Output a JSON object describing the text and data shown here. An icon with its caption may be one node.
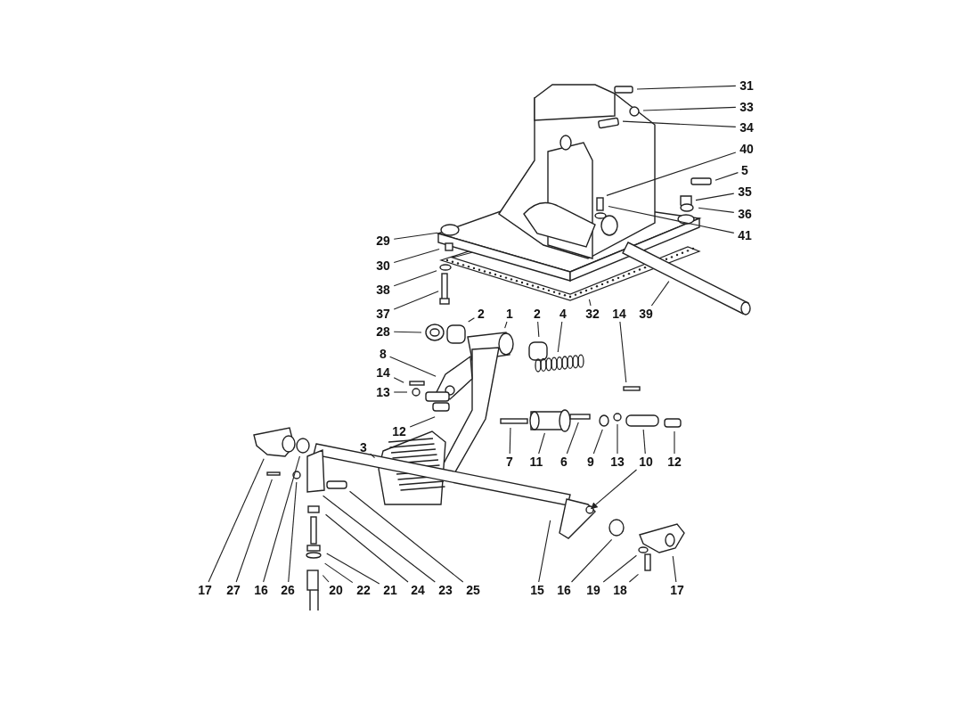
{
  "diagram": {
    "nodes": [
      {
        "text": [
          "31"
        ]
      },
      {
        "text": [
          "33"
        ]
      },
      {
        "text": [
          "34"
        ]
      },
      {
        "text": [
          "40"
        ]
      },
      {
        "text": [
          "5"
        ]
      },
      {
        "text": [
          "35"
        ]
      },
      {
        "text": [
          "36"
        ]
      },
      {
        "text": [
          "41"
        ]
      },
      {
        "text": [
          "29"
        ]
      },
      {
        "text": [
          "30"
        ]
      },
      {
        "text": [
          "38"
        ]
      },
      {
        "text": [
          "37"
        ]
      },
      {
        "text": [
          "2"
        ]
      },
      {
        "text": [
          "1"
        ]
      },
      {
        "text": [
          "2"
        ]
      },
      {
        "text": [
          "4"
        ]
      },
      {
        "text": [
          "32"
        ]
      },
      {
        "text": [
          "14"
        ]
      },
      {
        "text": [
          "39"
        ]
      },
      {
        "text": [
          "28"
        ]
      },
      {
        "text": [
          "8"
        ]
      },
      {
        "text": [
          "14"
        ]
      },
      {
        "text": [
          "13"
        ]
      },
      {
        "text": [
          "12"
        ]
      },
      {
        "text": [
          "3"
        ]
      },
      {
        "text": [
          "7"
        ]
      },
      {
        "text": [
          "11"
        ]
      },
      {
        "text": [
          "6"
        ]
      },
      {
        "text": [
          "9"
        ]
      },
      {
        "text": [
          "13"
        ]
      },
      {
        "text": [
          "10"
        ]
      },
      {
        "text": [
          "12"
        ]
      },
      {
        "text": [
          "17"
        ]
      },
      {
        "text": [
          "27"
        ]
      },
      {
        "text": [
          "16"
        ]
      },
      {
        "text": [
          "26"
        ]
      },
      {
        "text": [
          "20"
        ]
      },
      {
        "text": [
          "22"
        ]
      },
      {
        "text": [
          "21"
        ]
      },
      {
        "text": [
          "24"
        ]
      },
      {
        "text": [
          "23"
        ]
      },
      {
        "text": [
          "25"
        ]
      },
      {
        "text": [
          "15"
        ]
      },
      {
        "text": [
          "16"
        ]
      },
      {
        "text": [
          "19"
        ]
      },
      {
        "text": [
          "18"
        ]
      },
      {
        "text": [
          "17"
        ]
      }
    ],
    "edges": [
      {
        "from": 0,
        "to": null,
        "arrow": "none"
      },
      {
        "from": 1,
        "to": null,
        "arrow": "none"
      },
      {
        "from": 2,
        "to": null,
        "arrow": "none"
      },
      {
        "from": 3,
        "to": null,
        "arrow": "none"
      },
      {
        "from": 4,
        "to": null,
        "arrow": "none"
      },
      {
        "from": 5,
        "to": null,
        "arrow": "none"
      },
      {
        "from": 6,
        "to": null,
        "arrow": "none"
      },
      {
        "from": 7,
        "to": null,
        "arrow": "none"
      },
      {
        "from": 8,
        "to": null,
        "arrow": "none"
      },
      {
        "from": 9,
        "to": null,
        "arrow": "none"
      },
      {
        "from": 10,
        "to": null,
        "arrow": "none"
      },
      {
        "from": 11,
        "to": null,
        "arrow": "none"
      },
      {
        "from": 12,
        "to": null,
        "arrow": "none"
      },
      {
        "from": 13,
        "to": null,
        "arrow": "none"
      },
      {
        "from": 14,
        "to": null,
        "arrow": "none"
      },
      {
        "from": 15,
        "to": null,
        "arrow": "none"
      },
      {
        "from": 16,
        "to": null,
        "arrow": "none"
      },
      {
        "from": 17,
        "to": null,
        "arrow": "none"
      },
      {
        "from": 18,
        "to": null,
        "arrow": "none"
      },
      {
        "from": 19,
        "to": null,
        "arrow": "none"
      },
      {
        "from": 20,
        "to": null,
        "arrow": "none"
      },
      {
        "from": 21,
        "to": null,
        "arrow": "none"
      },
      {
        "from": 22,
        "to": null,
        "arrow": "none"
      },
      {
        "from": 23,
        "to": null,
        "arrow": "none"
      },
      {
        "from": 24,
        "to": null,
        "arrow": "none"
      },
      {
        "from": 25,
        "to": null,
        "arrow": "none"
      },
      {
        "from": 26,
        "to": null,
        "arrow": "none"
      },
      {
        "from": 27,
        "to": null,
        "arrow": "none"
      },
      {
        "from": 28,
        "to": null,
        "arrow": "none"
      },
      {
        "from": 29,
        "to": null,
        "arrow": "none"
      },
      {
        "from": 30,
        "to": null,
        "arrow": "none"
      },
      {
        "from": 31,
        "to": null,
        "arrow": "none"
      },
      {
        "from": 32,
        "to": null,
        "arrow": "none"
      },
      {
        "from": 33,
        "to": null,
        "arrow": "none"
      },
      {
        "from": 34,
        "to": null,
        "arrow": "none"
      },
      {
        "from": 35,
        "to": null,
        "arrow": "none"
      },
      {
        "from": 36,
        "to": null,
        "arrow": "none"
      },
      {
        "from": 37,
        "to": null,
        "arrow": "none"
      },
      {
        "from": 38,
        "to": null,
        "arrow": "none"
      },
      {
        "from": 39,
        "to": null,
        "arrow": "none"
      },
      {
        "from": 40,
        "to": null,
        "arrow": "none"
      },
      {
        "from": 41,
        "to": null,
        "arrow": "none"
      },
      {
        "from": 42,
        "to": null,
        "arrow": "none"
      },
      {
        "from": 43,
        "to": null,
        "arrow": "none"
      },
      {
        "from": 44,
        "to": null,
        "arrow": "none"
      },
      {
        "from": 45,
        "to": null,
        "arrow": "none"
      },
      {
        "from": 46,
        "to": null,
        "arrow": "none"
      },
      {
        "from": 30,
        "to": null,
        "arrow": "to"
      }
    ]
  }
}
